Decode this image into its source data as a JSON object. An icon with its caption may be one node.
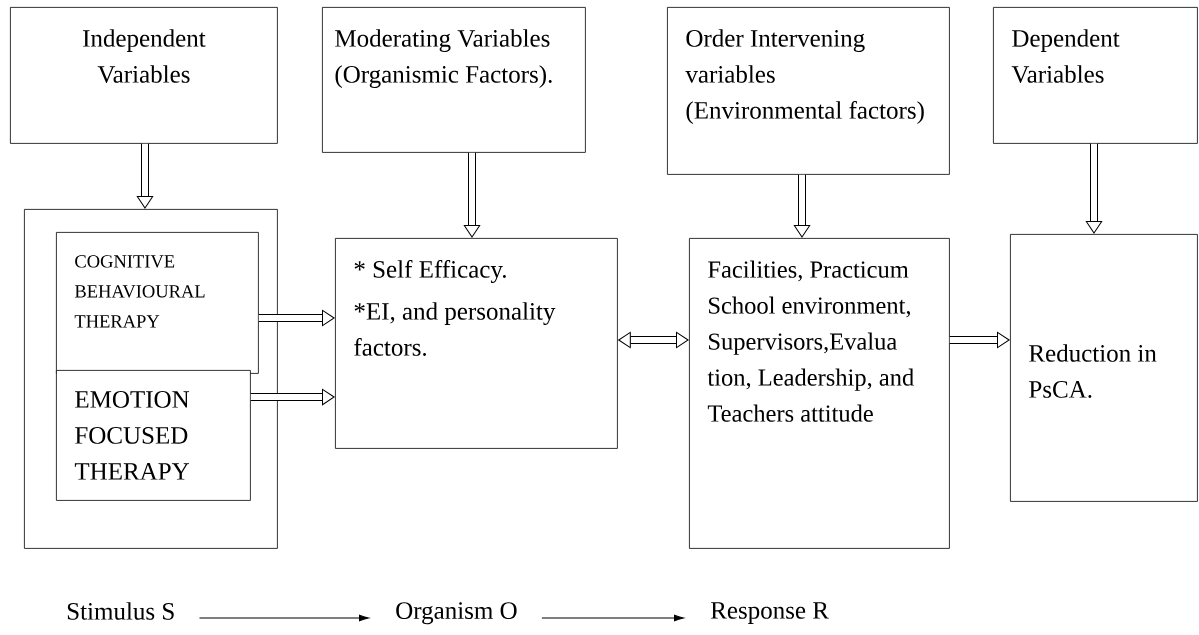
{
  "diagram": {
    "nodes": [
      {
        "text": [
          "Independent Variables"
        ]
      },
      {
        "text": [
          "Moderating  Variables (Organismic Factors)."
        ]
      },
      {
        "text": [
          "Order Intervening variables (Environmental factors)"
        ]
      },
      {
        "text": [
          "Dependent Variables"
        ]
      },
      {
        "text": [],
        "shape": "box"
      },
      {
        "text": [
          "COGNITIVE BEHAVIOURAL THERAPY"
        ],
        "in": 4
      },
      {
        "text": [
          "EMOTION FOCUSED THERAPY"
        ],
        "in": 4
      },
      {
        "text": [
          "* Self Efficacy.",
          "*EI, and personality factors."
        ]
      },
      {
        "text": [
          "Facilities, Practicum School environment, Supervisors,Evalua tion, Leadership, and Teachers attitude"
        ]
      },
      {
        "text": [
          "Reduction in PsCA."
        ]
      },
      {
        "text": [
          "Stimulus S"
        ]
      },
      {
        "text": [
          "Organism O"
        ]
      },
      {
        "text": [
          "Response R"
        ]
      }
    ],
    "edges": [
      {
        "from": 0,
        "to": 4,
        "arrow": "to"
      },
      {
        "from": 1,
        "to": 7,
        "arrow": "to"
      },
      {
        "from": 2,
        "to": 8,
        "arrow": "to"
      },
      {
        "from": 3,
        "to": 9,
        "arrow": "to"
      },
      {
        "from": 5,
        "to": 7,
        "arrow": "to"
      },
      {
        "from": 6,
        "to": 7,
        "arrow": "to"
      },
      {
        "from": 7,
        "to": 8,
        "arrow": "both"
      },
      {
        "from": 8,
        "to": 9,
        "arrow": "to"
      },
      {
        "from": 10,
        "to": 11,
        "arrow": "to"
      },
      {
        "from": 11,
        "to": 12,
        "arrow": "to"
      }
    ]
  }
}
